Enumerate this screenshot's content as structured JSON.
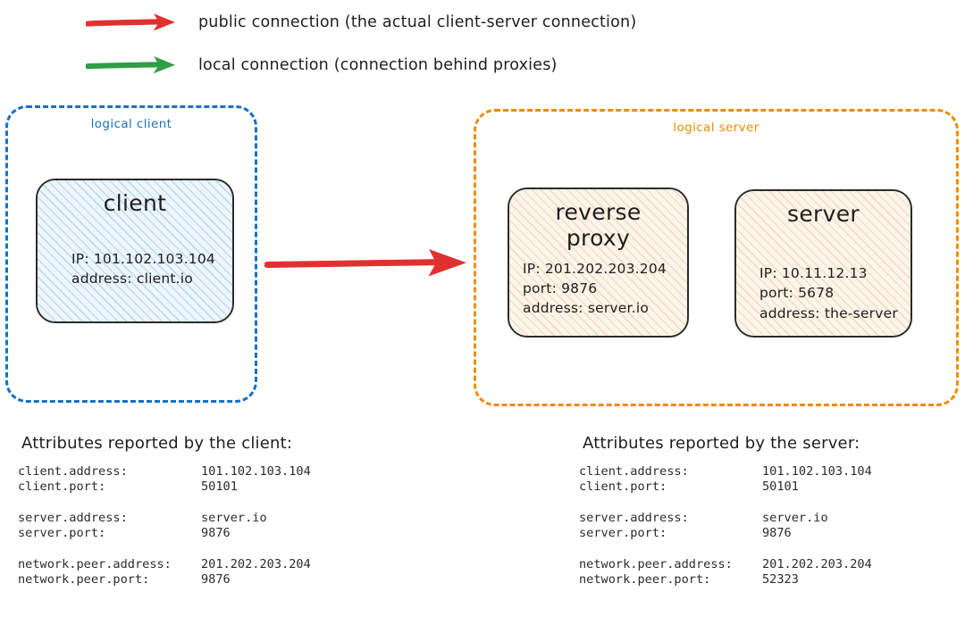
{
  "legend": {
    "items": [
      {
        "icon": "red-arrow-icon",
        "color": "#e03131",
        "label": "public connection (the actual client-server connection)"
      },
      {
        "icon": "green-arrow-icon",
        "color": "#2f9e44",
        "label": "local connection (connection behind proxies)"
      }
    ]
  },
  "diagram": {
    "logical_client": {
      "caption": "logical client",
      "border_color": "#1971c2",
      "node": {
        "title": "client",
        "lines": [
          "IP: 101.102.103.104",
          "address: client.io"
        ]
      }
    },
    "logical_server": {
      "caption": "logical server",
      "border_color": "#f08c00",
      "nodes": [
        {
          "title": "reverse\nproxy",
          "title_line1": "reverse",
          "title_line2": "proxy",
          "lines": [
            "IP: 201.202.203.204",
            "port: 9876",
            "address: server.io"
          ]
        },
        {
          "title": "server",
          "lines": [
            "IP: 10.11.12.13",
            "port: 5678",
            "address: the-server"
          ]
        }
      ]
    },
    "main_arrow": {
      "name": "public-connection-arrow",
      "color": "#e03131",
      "from": "client",
      "to": "reverse proxy"
    }
  },
  "attributes_client": {
    "heading": "Attributes reported by the client:",
    "rows": [
      {
        "key": "client.address:",
        "value": "101.102.103.104"
      },
      {
        "key": "client.port:",
        "value": "50101"
      },
      {
        "key": "server.address:",
        "value": "server.io"
      },
      {
        "key": "server.port:",
        "value": "9876"
      },
      {
        "key": "network.peer.address:",
        "value": "201.202.203.204"
      },
      {
        "key": "network.peer.port:",
        "value": "9876"
      }
    ]
  },
  "attributes_server": {
    "heading": "Attributes reported by the server:",
    "rows": [
      {
        "key": "client.address:",
        "value": "101.102.103.104"
      },
      {
        "key": "client.port:",
        "value": "50101"
      },
      {
        "key": "server.address:",
        "value": "server.io"
      },
      {
        "key": "server.port:",
        "value": "9876"
      },
      {
        "key": "network.peer.address:",
        "value": "201.202.203.204"
      },
      {
        "key": "network.peer.port:",
        "value": "52323"
      }
    ]
  },
  "colors": {
    "red": "#e03131",
    "green": "#2f9e44",
    "blue": "#1971c2",
    "orange": "#f08c00",
    "ink": "#1e1e1e"
  }
}
